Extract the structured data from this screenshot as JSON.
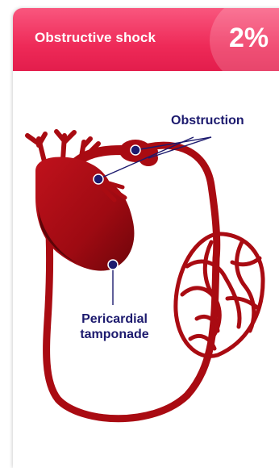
{
  "header": {
    "title": "Obstructive shock",
    "percent": "2%"
  },
  "labels": {
    "obstruction": "Obstruction",
    "pericardial_line1": "Pericardial",
    "pericardial_line2": "tamponade"
  },
  "colors": {
    "header_top": "#f9567e",
    "header_bottom": "#e31d4c",
    "vessel": "#a90b12",
    "heart_dark": "#6e050a",
    "label": "#1c1a6e"
  }
}
